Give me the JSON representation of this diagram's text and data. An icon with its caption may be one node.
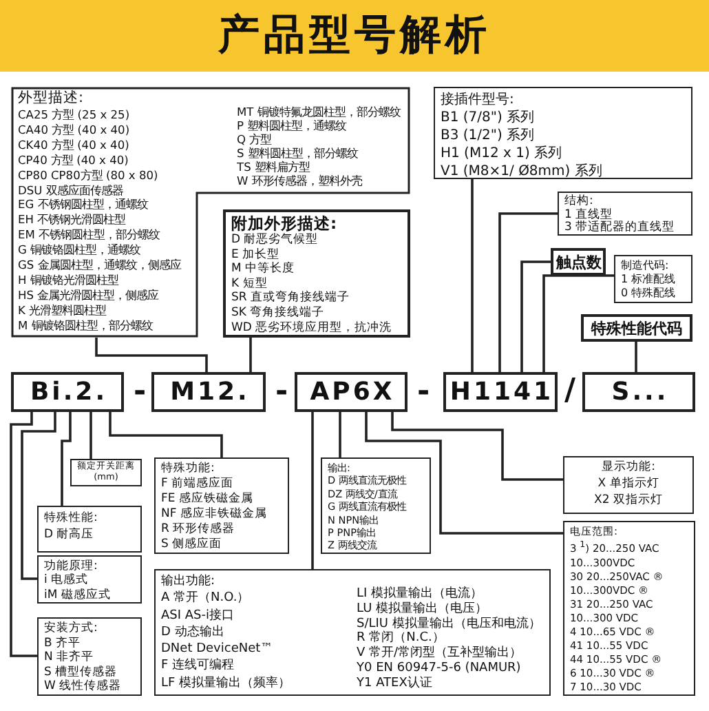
{
  "diagram": {
    "title": "产品型号解析",
    "nodes": [
      {
        "text": [
          "Bi.2."
        ]
      },
      {
        "text": [
          "M12."
        ]
      },
      {
        "text": [
          "AP6X"
        ]
      },
      {
        "text": [
          "H1141"
        ]
      },
      {
        "text": [
          "S..."
        ]
      },
      {
        "text": [
          "外型描述:",
          "CA25 方型 (25 x 25)",
          "CA40 方型 (40 x 40)",
          "CK40 方型 (40 x 40)",
          "CP40 方型 (40 x 40)",
          "CP80 CP80方型 (80 x 80)",
          "DSU 双感应面传感器",
          "EG 不锈钢圆柱型，通螺纹",
          "EH 不锈钢光滑圆柱型",
          "EM 不锈钢圆柱型，部分螺纹",
          "G 铜镀铬圆柱型，通螺纹",
          "GS 金属圆柱型，通螺纹，侧感应",
          "H 铜镀铬光滑圆柱型",
          "HS 金属光滑圆柱型，侧感应",
          "K 光滑塑料圆柱型",
          "M 铜镀铬圆柱型，部分螺纹",
          "MT 铜镀特氟龙圆柱型，部分螺纹",
          "P 塑料圆柱型，通螺纹",
          "Q 方型",
          "S 塑料圆柱型，部分螺纹",
          "TS 塑料扁方型",
          "W 环形传感器，塑料外壳"
        ]
      },
      {
        "text": [
          "附加外形描述:",
          "D 耐恶劣气候型",
          "E 加长型",
          "M 中等长度",
          "K 短型",
          "SR 直或弯角接线端子",
          "SK 弯角接线端子",
          "WD 恶劣环境应用型，抗冲洗"
        ]
      },
      {
        "text": [
          "接插件型号:",
          "B1 (7/8\") 系列",
          "B3 (1/2\") 系列",
          "H1 (M12 x 1) 系列",
          "V1 (M8×1/ Ø8mm) 系列"
        ]
      },
      {
        "text": [
          "结构:",
          "1 直线型",
          "3 带适配器的直线型"
        ]
      },
      {
        "text": [
          "触点数"
        ]
      },
      {
        "text": [
          "制造代码:",
          "1 标准配线",
          "0 特殊配线"
        ]
      },
      {
        "text": [
          "特殊性能代码"
        ]
      },
      {
        "text": [
          "额定开关距离 (mm)"
        ]
      },
      {
        "text": [
          "特殊性能:",
          "D 耐高压"
        ]
      },
      {
        "text": [
          "功能原理:",
          "i 电感式",
          "iM 磁感应式"
        ]
      },
      {
        "text": [
          "安装方式:",
          "B 齐平",
          "N 非齐平",
          "S 槽型传感器",
          "W 线性传感器"
        ]
      },
      {
        "text": [
          "特殊功能:",
          "F 前端感应面",
          "FE 感应铁磁金属",
          "NF 感应非铁磁金属",
          "R 环形传感器",
          "S 侧感应面"
        ]
      },
      {
        "text": [
          "输出:",
          "D 两线直流无极性",
          "DZ 两线交/直流",
          "G 两线直流有极性",
          "N NPN输出",
          "P PNP输出",
          "Z 两线交流"
        ]
      },
      {
        "text": [
          "输出功能:",
          "A 常开（N.O.）",
          "ASI AS-i接口",
          "D 动态输出",
          "DNet DeviceNet™",
          "F 连线可编程",
          "LF 模拟量输出（频率）",
          "LI 模拟量输出（电流）",
          "LU 模拟量输出（电压）",
          "S/LIU 模拟量输出（电压和电流）",
          "R 常闭（N.C.）",
          "V 常开/常闭型（互补型输出）",
          "Y0 EN 60947-5-6 (NAMUR)",
          "Y1 ATEX认证"
        ]
      },
      {
        "text": [
          "显示功能:",
          "X 单指示灯",
          "X2 双指示灯"
        ]
      },
      {
        "text": [
          "电压范围:",
          "3 $^{1}$) 20...250 VAC",
          "10...300VDC",
          "30 20...250VAC ®",
          "10...300VDC ®",
          "31 20...250 VAC",
          "10...300 VDC",
          "4 10...65 VDC ®",
          "41 10...55 VDC",
          "44 10...55 VDC ®",
          "6 10...30 VDC ®",
          "7 10...30 VDC"
        ]
      }
    ],
    "edges": [
      {
        "from": 5,
        "to": 1,
        "arrow": "none"
      },
      {
        "from": 6,
        "to": 1,
        "arrow": "none"
      },
      {
        "from": 7,
        "to": 3,
        "arrow": "none"
      },
      {
        "from": 8,
        "to": 3,
        "arrow": "none"
      },
      {
        "from": 9,
        "to": 3,
        "arrow": "none"
      },
      {
        "from": 10,
        "to": 3,
        "arrow": "none"
      },
      {
        "from": 11,
        "to": 4,
        "arrow": "none"
      },
      {
        "from": 12,
        "to": 0,
        "arrow": "none"
      },
      {
        "from": 13,
        "to": 0,
        "arrow": "none"
      },
      {
        "from": 14,
        "to": 0,
        "arrow": "none"
      },
      {
        "from": 15,
        "to": 0,
        "arrow": "none"
      },
      {
        "from": 16,
        "to": 0,
        "arrow": "none"
      },
      {
        "from": 18,
        "to": 2,
        "arrow": "none"
      },
      {
        "from": 17,
        "to": 2,
        "arrow": "none"
      },
      {
        "from": 20,
        "to": 2,
        "arrow": "none"
      },
      {
        "from": 19,
        "to": 2,
        "arrow": "none"
      }
    ],
    "labels": [
      "-",
      "-",
      "-",
      "/"
    ]
  }
}
